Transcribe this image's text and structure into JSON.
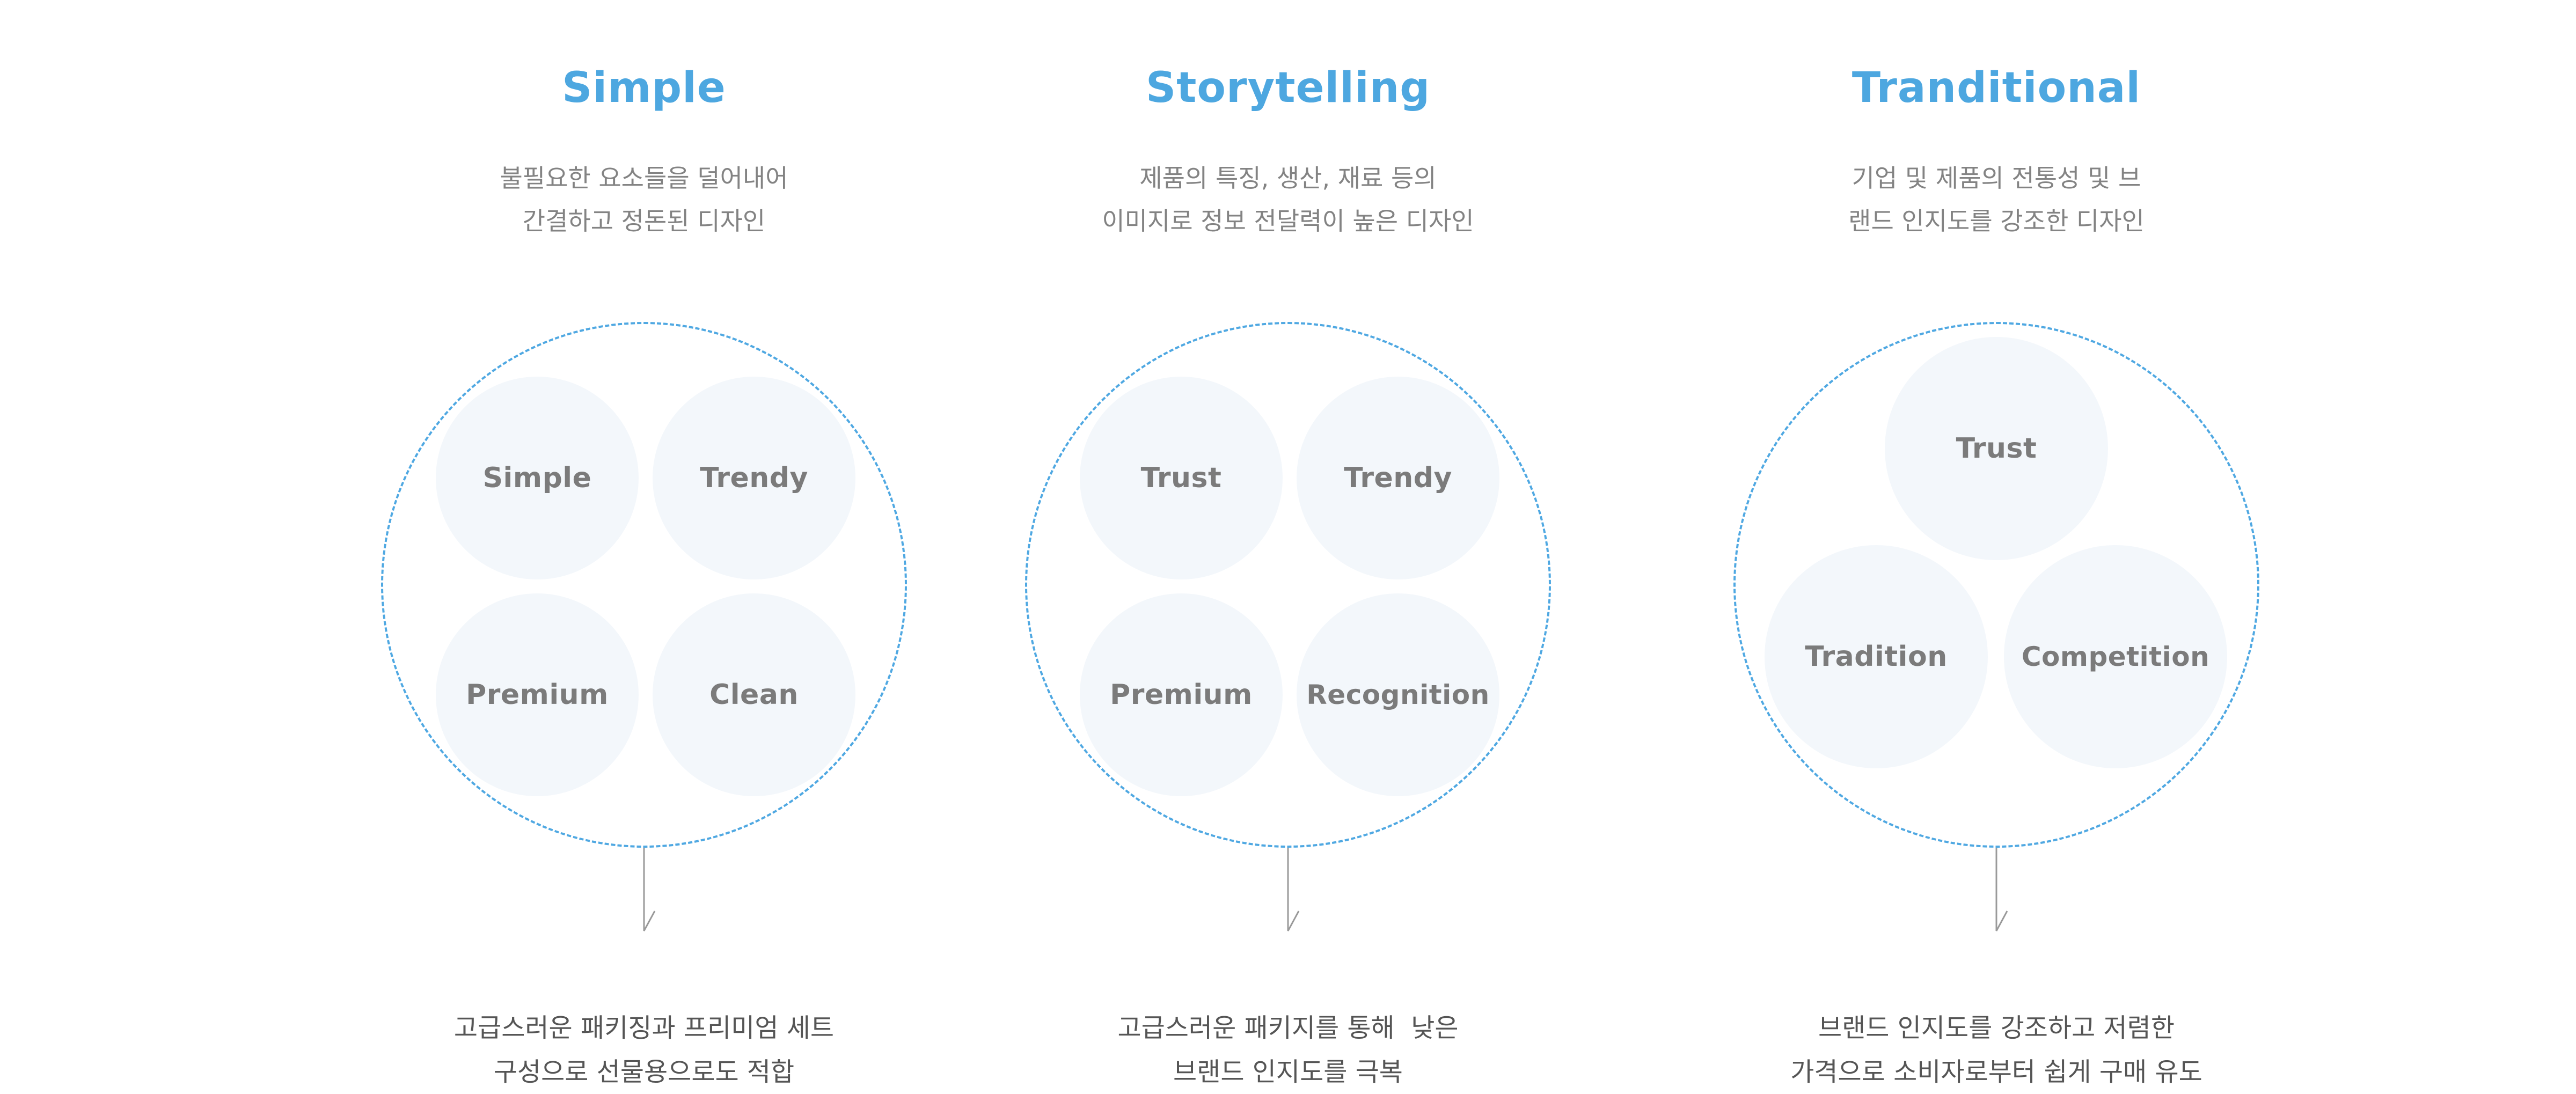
{
  "columns": [
    {
      "title": "Simple",
      "desc": [
        "불필요한 요소들을 덜어내어",
        "간결하고 정돈된 디자인"
      ],
      "bubbles": [
        "Simple",
        "Trendy",
        "Premium",
        "Clean"
      ],
      "foot": [
        "고급스러운 패키징과 프리미엄 세트",
        "구성으로 선물용으로도 적합"
      ]
    },
    {
      "title": "Storytelling",
      "desc": [
        "제품의 특징, 생산, 재료 등의",
        "이미지로 정보 전달력이 높은 디자인"
      ],
      "bubbles": [
        "Trust",
        "Trendy",
        "Premium",
        "Recognition"
      ],
      "foot": [
        "고급스러운 패키지를 통해  낮은",
        "브랜드 인지도를 극복"
      ]
    },
    {
      "title": "Tranditional",
      "desc": [
        "기업 및 제품의 전통성 및 브",
        "랜드 인지도를 강조한 디자인"
      ],
      "bubbles": [
        "Trust",
        "Tradition",
        "Competition"
      ],
      "foot": [
        "브랜드 인지도를 강조하고 저렴한",
        "가격으로 소비자로부터 쉽게 구매 유도"
      ]
    }
  ],
  "colors": {
    "accent": "#4da7e0",
    "bubble_fill": "#f3f7fb",
    "bubble_text": "#7b7b7b",
    "desc_text": "#838383",
    "foot_text": "#555555",
    "pointer_line": "#9a9a9a"
  }
}
